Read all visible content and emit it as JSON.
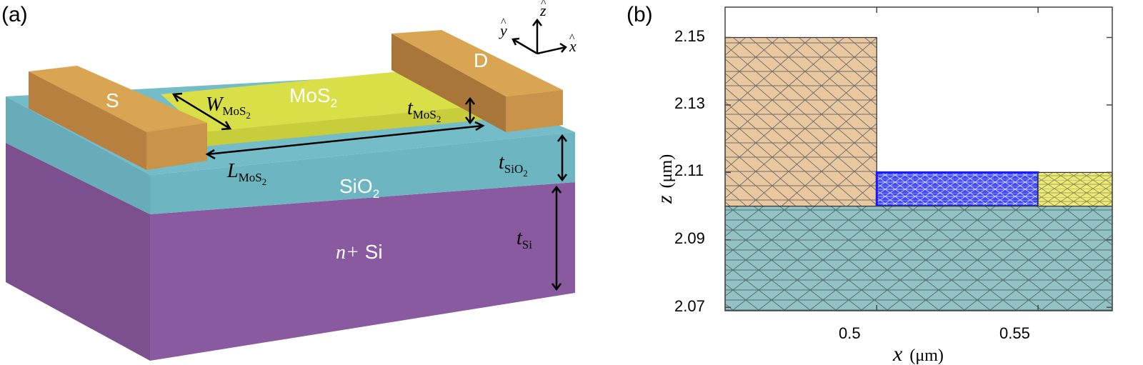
{
  "panel_a": {
    "label": "(a)",
    "source_label": "S",
    "drain_label": "D",
    "mos2_label": "MoS",
    "mos2_sub": "2",
    "sio2_label": "SiO",
    "sio2_sub": "2",
    "substrate_prefix": "n+",
    "substrate_label": " Si",
    "dim_w": "W",
    "dim_w_sub": "MoS",
    "dim_w_subsub": "2",
    "dim_l": "L",
    "dim_l_sub": "MoS",
    "dim_l_subsub": "2",
    "dim_tmos2": "t",
    "dim_tmos2_sub": "MoS",
    "dim_tmos2_subsub": "2",
    "dim_tsio2": "t",
    "dim_tsio2_sub": "SiO",
    "dim_tsio2_subsub": "2",
    "dim_tsi": "t",
    "dim_tsi_sub": "Si",
    "axis_x": "x",
    "axis_y": "y",
    "axis_z": "z",
    "axis_hat": "^",
    "colors": {
      "contact_top": "#d9a552",
      "contact_front": "#b7803f",
      "mos2_top": "#d9df47",
      "sio2_top": "#74bcc7",
      "sio2_front": "#6cb5c1",
      "si_front": "#8a5aa0"
    }
  },
  "panel_b": {
    "label": "(b)",
    "x_ticks": [
      "0.5",
      "0.55"
    ],
    "y_ticks": [
      "2.15",
      "2.13",
      "2.11",
      "2.09",
      "2.07"
    ],
    "x_label": "x",
    "x_unit": "(μm)",
    "y_label": "z",
    "y_unit": "(μm)",
    "x_range": [
      0.453,
      0.573
    ],
    "z_range": [
      2.069,
      2.159
    ],
    "regions": [
      {
        "name": "contact",
        "x0": 0.453,
        "x1": 0.5,
        "z0": 2.1,
        "z1": 2.15,
        "color": "#e9c79f"
      },
      {
        "name": "channel",
        "x0": 0.5,
        "x1": 0.55,
        "z0": 2.1,
        "z1": 2.11,
        "color": "#3f48ff"
      },
      {
        "name": "mos2-right",
        "x0": 0.55,
        "x1": 0.573,
        "z0": 2.1,
        "z1": 2.11,
        "color": "#ecea78"
      },
      {
        "name": "oxide",
        "x0": 0.453,
        "x1": 0.573,
        "z0": 2.069,
        "z1": 2.1,
        "color": "#93c2c4"
      }
    ]
  }
}
